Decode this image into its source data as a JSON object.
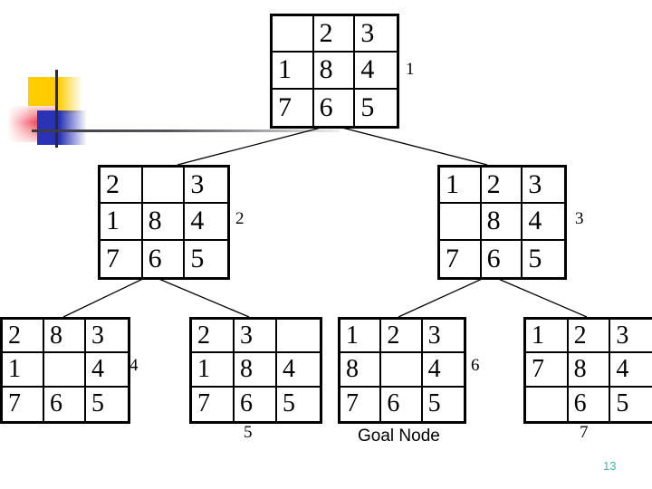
{
  "slide": {
    "page_number": "13",
    "page_number_color": "#3FBCA4",
    "background_color": "#FFFFFF",
    "grid_border_color": "#000000",
    "edge_color": "#000000"
  },
  "decoration": {
    "yellow_color": "#FFCC00",
    "red_color": "#F04050",
    "blue_color": "#2A33B5",
    "crossline_color": "#2A2A33"
  },
  "tree": {
    "nodes": [
      {
        "id": "1",
        "label": "1",
        "label_position": "right",
        "cells": [
          "",
          "2",
          "3",
          "1",
          "8",
          "4",
          "7",
          "6",
          "5"
        ]
      },
      {
        "id": "2",
        "label": "2",
        "label_position": "right",
        "cells": [
          "2",
          "",
          "3",
          "1",
          "8",
          "4",
          "7",
          "6",
          "5"
        ]
      },
      {
        "id": "3",
        "label": "3",
        "label_position": "right",
        "cells": [
          "1",
          "2",
          "3",
          "",
          "8",
          "4",
          "7",
          "6",
          "5"
        ]
      },
      {
        "id": "4",
        "label": "4",
        "label_position": "right",
        "cells": [
          "2",
          "8",
          "3",
          "1",
          "",
          "4",
          "7",
          "6",
          "5"
        ]
      },
      {
        "id": "5",
        "label": "5",
        "label_position": "below",
        "cells": [
          "2",
          "3",
          "",
          "1",
          "8",
          "4",
          "7",
          "6",
          "5"
        ]
      },
      {
        "id": "6",
        "label": "6",
        "label_position": "right",
        "caption": "Goal Node",
        "cells": [
          "1",
          "2",
          "3",
          "8",
          "",
          "4",
          "7",
          "6",
          "5"
        ]
      },
      {
        "id": "7",
        "label": "7",
        "label_position": "below",
        "cells": [
          "1",
          "2",
          "3",
          "7",
          "8",
          "4",
          "",
          "6",
          "5"
        ]
      }
    ],
    "edges": [
      {
        "from": "1",
        "to": "2"
      },
      {
        "from": "1",
        "to": "3"
      },
      {
        "from": "2",
        "to": "4"
      },
      {
        "from": "2",
        "to": "5"
      },
      {
        "from": "3",
        "to": "6"
      },
      {
        "from": "3",
        "to": "7"
      }
    ]
  }
}
